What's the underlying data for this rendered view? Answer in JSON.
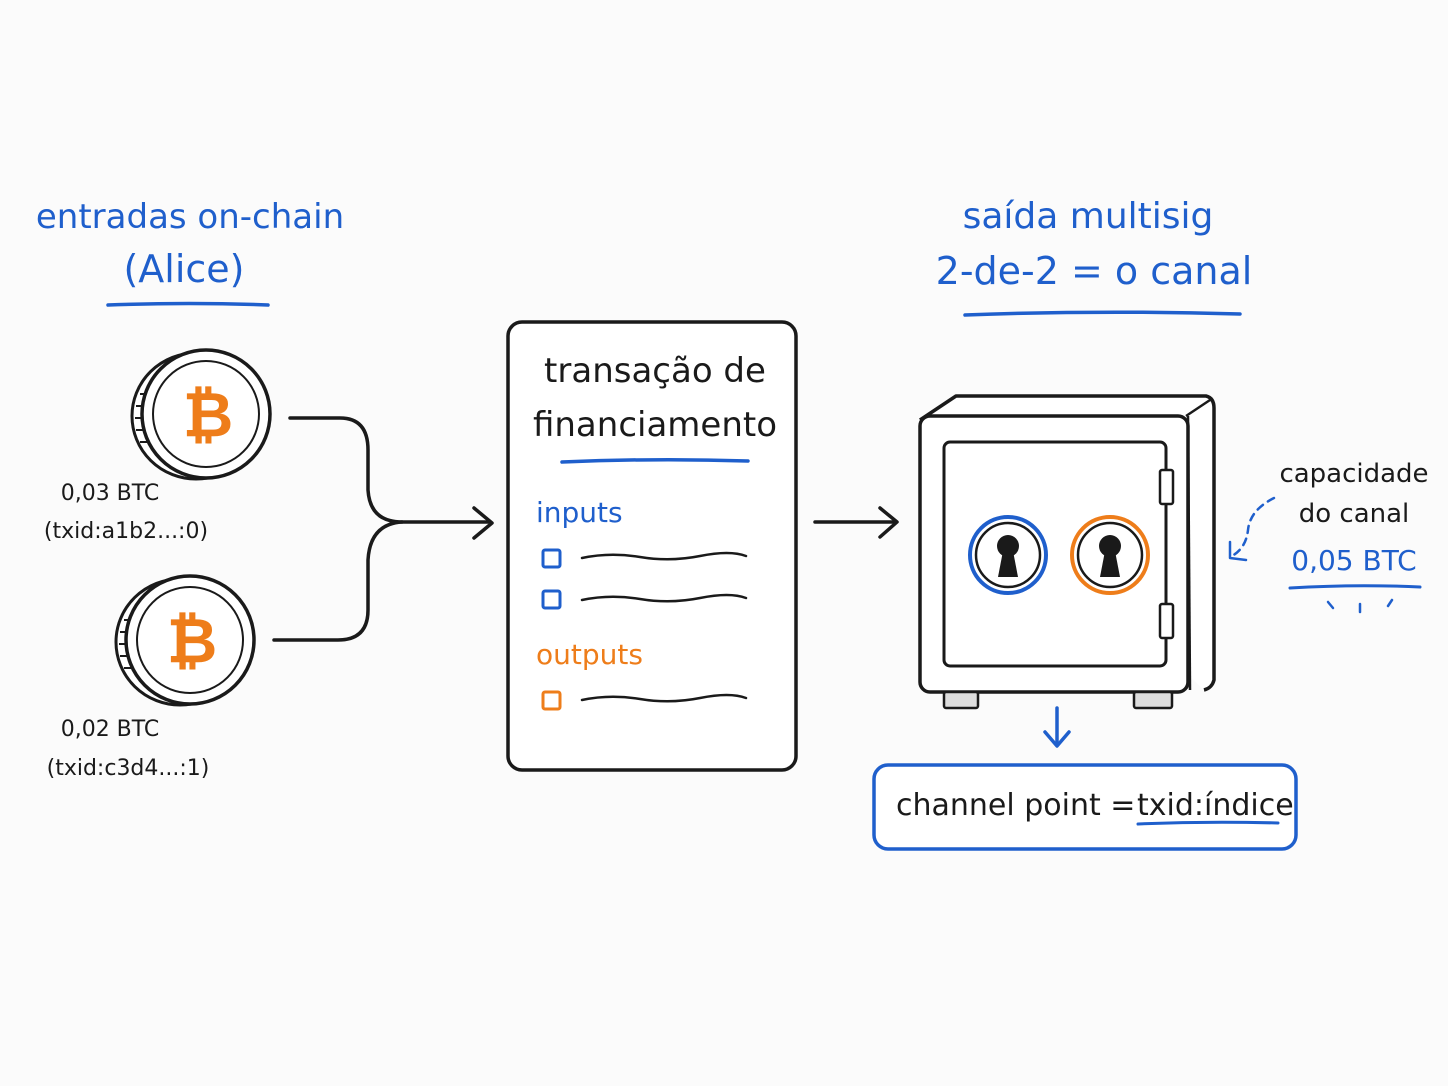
{
  "colors": {
    "blue": "#1f5fcc",
    "orange": "#ee7d1a",
    "ink": "#1a1a1a",
    "background": "#fbfbfb"
  },
  "inputs_section": {
    "title_line1": "entradas on-chain",
    "title_line2": "(Alice)",
    "coins": [
      {
        "icon": "bitcoin-coin-icon",
        "amount": "0,03 BTC",
        "txid": "(txid:a1b2...:0)"
      },
      {
        "icon": "bitcoin-coin-icon",
        "amount": "0,02 BTC",
        "txid": "(txid:c3d4...:1)"
      }
    ]
  },
  "funding_tx": {
    "title_line1": "transação de",
    "title_line2": "financiamento",
    "inputs_label": "inputs",
    "outputs_label": "outputs"
  },
  "output_section": {
    "title_line1": "saída multisig",
    "title_line2": "2-de-2 = o canal",
    "safe_icon": "safe-icon",
    "lock_icons": [
      "keyhole-icon-blue",
      "keyhole-icon-orange"
    ]
  },
  "capacity": {
    "label_line1": "capacidade",
    "label_line2": "do canal",
    "value": "0,05 BTC"
  },
  "channel_point": {
    "prefix": "channel point =",
    "value": "txid:índice"
  }
}
